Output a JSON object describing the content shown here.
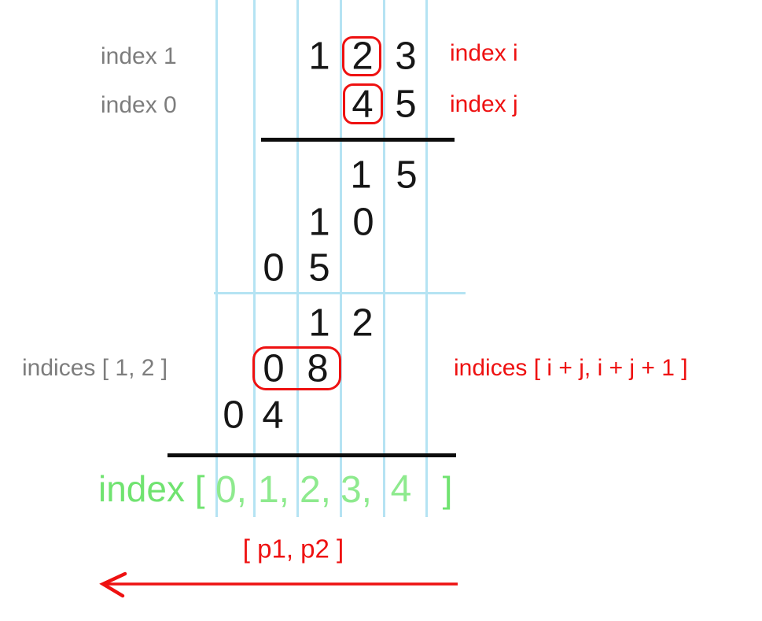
{
  "colors": {
    "grid_blue": "#b5e3f3",
    "red": "#ee1111",
    "gray": "#7d7d7d",
    "green_label": "#70e370",
    "green_digit": "#8eea8e",
    "digit_black": "#161616"
  },
  "labels": {
    "index_1": "index 1",
    "index_0": "index 0",
    "index_i": "index i",
    "index_j": "index j",
    "indices_left": "indices [ 1, 2 ]",
    "indices_right": "indices [ i + j, i + j + 1 ]",
    "green_index_open": "index [",
    "green_bracket_close": "]",
    "p_label": "[ p1, p2 ]"
  },
  "multiplication": {
    "multiplicand": {
      "digits": [
        "1",
        "2",
        "3"
      ],
      "highlighted_digit": "2"
    },
    "multiplier": {
      "digits": [
        "4",
        "5"
      ],
      "highlighted_digit": "4"
    },
    "partial_products": {
      "rowC": [
        "1",
        "5"
      ],
      "rowD": [
        "1",
        "0"
      ],
      "rowE": [
        "0",
        "5"
      ],
      "rowF": [
        "1",
        "2"
      ],
      "rowG": [
        "0",
        "8"
      ],
      "rowH": [
        "0",
        "4"
      ]
    },
    "highlighted_product": [
      "0",
      "8"
    ]
  },
  "index_row": {
    "tokens": [
      "0,",
      "1,",
      "2,",
      "3,",
      "4"
    ]
  },
  "icons": {
    "arrow_left": "left-pointing red arrow"
  }
}
